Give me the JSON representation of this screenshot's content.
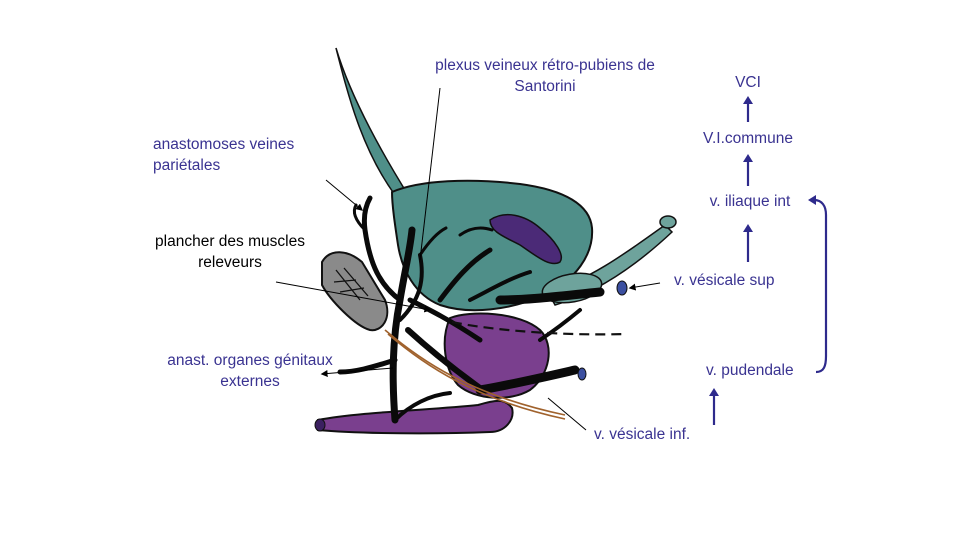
{
  "labels": {
    "santorini_line1": "plexus veineux rétro-pubiens de",
    "santorini_line2": "Santorini",
    "anastomoses_line1": "anastomoses veines",
    "anastomoses_line2": "pariétales",
    "plancher_line1": "plancher des muscles",
    "plancher_line2": "releveurs",
    "anast_genitaux_line1": "anast. organes génitaux",
    "anast_genitaux_line2": "externes",
    "vesicale_inf": "v. vésicale inf."
  },
  "flow": {
    "vci": "VCI",
    "vi_commune": "V.I.commune",
    "iliaque_int": "v. iliaque int",
    "vesicale_sup": "v. vésicale sup",
    "pudendale": "v. pudendale"
  },
  "colors": {
    "label_blue": "#3a3391",
    "bladder_teal": "#4f8f89",
    "prostate_purple": "#7a3f8e",
    "vein_black": "#0a0a0a",
    "arrow_navy": "#2e2a8c",
    "muscle_grey": "#8a8a8a"
  }
}
